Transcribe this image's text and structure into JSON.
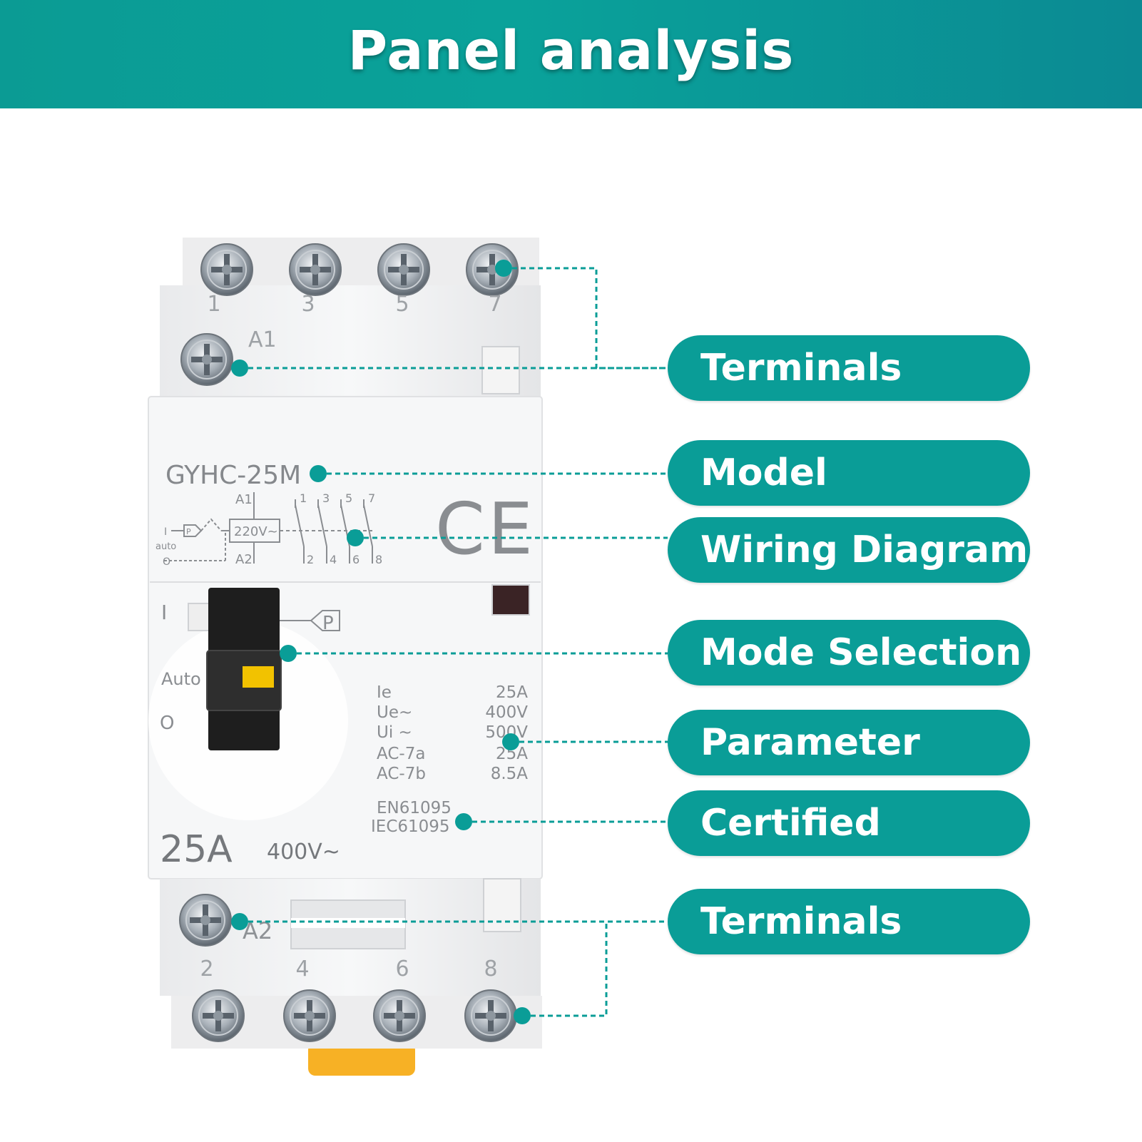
{
  "header": {
    "title": "Panel analysis"
  },
  "callouts": [
    "Terminals",
    "Model",
    "Wiring Diagram",
    "Mode Selection",
    "Parameter",
    "Certified",
    "Terminals"
  ],
  "device": {
    "top_terminal_numbers": [
      "1",
      "3",
      "5",
      "7"
    ],
    "bottom_terminal_numbers": [
      "2",
      "4",
      "6",
      "8"
    ],
    "coil_top_label": "A1",
    "coil_bottom_label": "A2",
    "model": "GYHC-25M",
    "ce_mark": "CE",
    "diagram": {
      "a1": "A1",
      "a2": "A2",
      "coil": "220V~",
      "contacts_top": [
        "1",
        "3",
        "5",
        "7"
      ],
      "contacts_bottom": [
        "2",
        "4",
        "6",
        "8"
      ],
      "mode_i": "I",
      "mode_auto": "auto",
      "mode_o": "O",
      "p": "P"
    },
    "switch_labels": {
      "on": "I",
      "auto": "Auto",
      "off": "O",
      "p": "P"
    },
    "parameters": [
      {
        "name": "Ie",
        "value": "25A"
      },
      {
        "name": "Ue~",
        "value": "400V"
      },
      {
        "name": "Ui ~",
        "value": "500V"
      },
      {
        "name": "AC-7a",
        "value": "25A"
      },
      {
        "name": "AC-7b",
        "value": "8.5A"
      }
    ],
    "standards": [
      "EN61095",
      "IEC61095"
    ],
    "rating_current": "25A",
    "rating_voltage": "400V~"
  },
  "colors": {
    "accent": "#0a9d97",
    "leader": "#0a9d97",
    "body": "#f3f4f5",
    "print": "#8a8d91",
    "knob": "#1e1e1e",
    "indicator": "#f2c200",
    "din_clip": "#f7b125"
  },
  "icons": {
    "screw": "screw-icon",
    "ce": "ce-mark-icon",
    "p_tag": "p-tag-icon"
  }
}
